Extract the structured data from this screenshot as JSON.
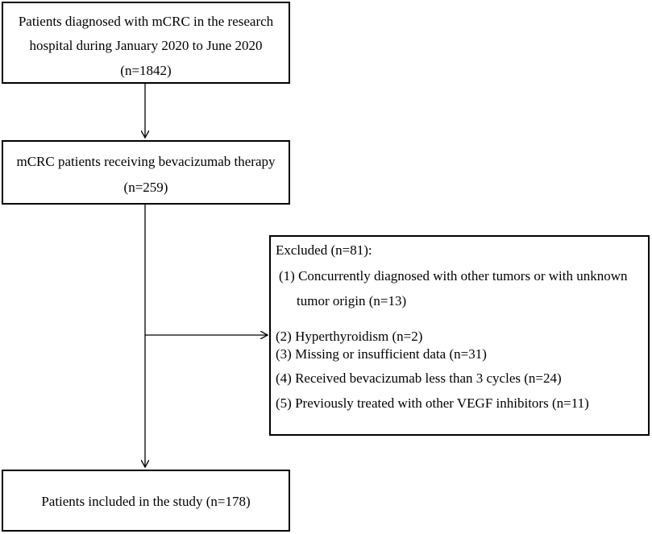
{
  "flowchart": {
    "box_diagnosed": {
      "line1": "Patients diagnosed with mCRC in the research",
      "line2": "hospital during January 2020 to June 2020",
      "line3": "(n=1842)"
    },
    "box_bevacizumab": {
      "line1": "mCRC patients receiving bevacizumab therapy",
      "line2": "(n=259)"
    },
    "box_excluded": {
      "title": "Excluded (n=81):",
      "item1_line1": "(1) Concurrently diagnosed with other tumors or with unknown",
      "item1_line2": "tumor origin (n=13)",
      "item2": "(2) Hyperthyroidism (n=2)",
      "item3": "(3) Missing or insufficient data (n=31)",
      "item4": "(4) Received bevacizumab less than 3 cycles (n=24)",
      "item5": "(5) Previously treated with other VEGF inhibitors (n=11)"
    },
    "box_included": {
      "text": "Patients included in the study (n=178)"
    }
  }
}
